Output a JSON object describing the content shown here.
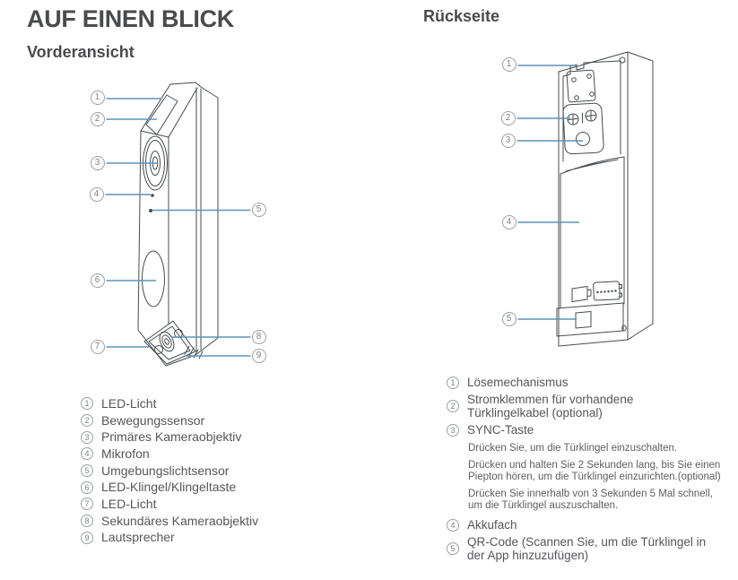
{
  "page": {
    "title": "AUF EINEN BLICK"
  },
  "colors": {
    "callout_line": "#5e93bb",
    "drawing_stroke": "#474b4f",
    "heading_text": "#4a4b4d",
    "body_text": "#55565a"
  },
  "front": {
    "heading": "Vorderansicht",
    "legend": [
      {
        "num": "1",
        "label": "LED-Licht"
      },
      {
        "num": "2",
        "label": "Bewegungssensor"
      },
      {
        "num": "3",
        "label": "Primäres Kameraobjektiv"
      },
      {
        "num": "4",
        "label": "Mikrofon"
      },
      {
        "num": "5",
        "label": "Umgebungslichtsensor"
      },
      {
        "num": "6",
        "label": "LED-Klingel/Klingeltaste"
      },
      {
        "num": "7",
        "label": "LED-Licht"
      },
      {
        "num": "8",
        "label": "Sekundäres Kameraobjektiv"
      },
      {
        "num": "9",
        "label": "Lautsprecher"
      }
    ]
  },
  "back": {
    "heading": "Rückseite",
    "legend": [
      {
        "num": "1",
        "label": "Lösemechanismus"
      },
      {
        "num": "2",
        "label": "Stromklemmen für vorhandene Türklingelkabel (optional)"
      },
      {
        "num": "3",
        "label": "SYNC-Taste",
        "sub_lines": [
          [
            "Drücken Sie, um die Türklingel einzuschalten."
          ],
          [
            "Drücken und halten Sie 2 Sekunden lang, bis Sie einen",
            "Piepton hören, um die Türklingel einzurichten.(optional)"
          ],
          [
            "Drücken Sie innerhalb von 3 Sekunden 5 Mal schnell,",
            "um die Türklingel auszuschalten."
          ]
        ]
      },
      {
        "num": "4",
        "label": "Akkufach"
      },
      {
        "num": "5",
        "label": "QR-Code (Scannen Sie, um die Türklingel in der App hinzuzufügen)"
      }
    ]
  }
}
